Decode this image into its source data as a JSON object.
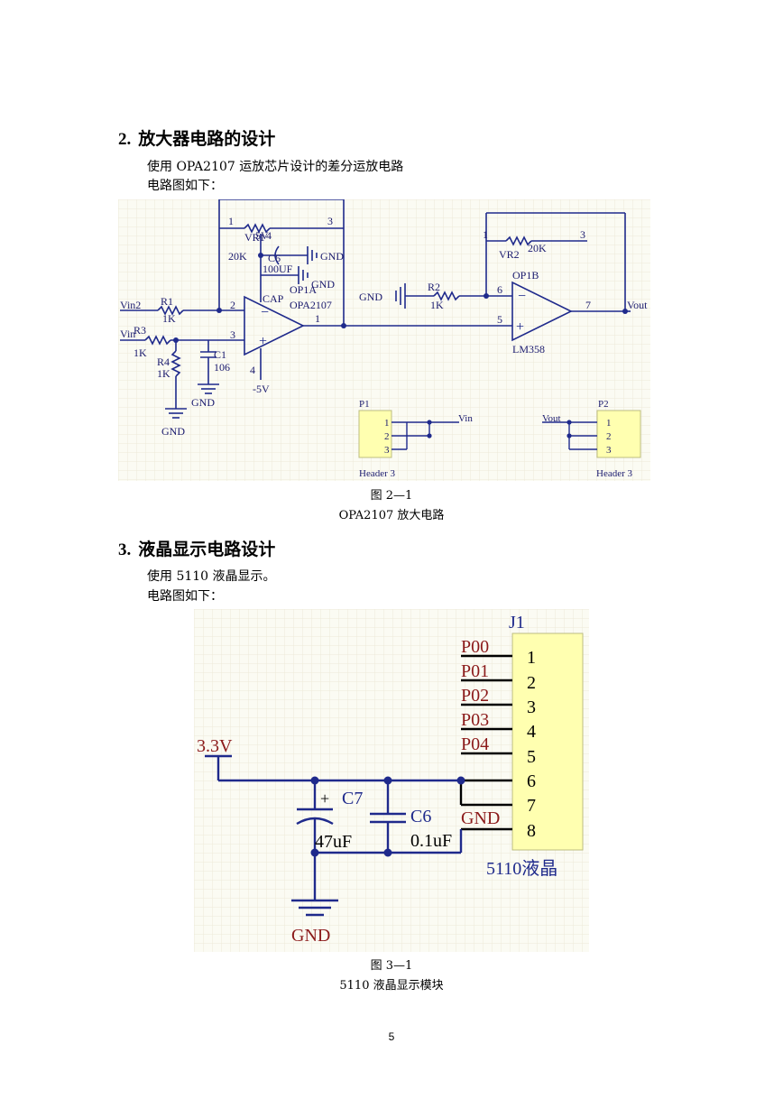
{
  "section2": {
    "number": "2.",
    "title": "放大器电路的设计",
    "line1": "使用 OPA2107 运放芯片设计的差分运放电路",
    "line2": "电路图如下："
  },
  "figure1": {
    "label": "图 2—1",
    "caption": "OPA2107 放大电路",
    "labels": {
      "vin2": "Vin2",
      "vin1": "Vin",
      "r1": "R1",
      "r1_val": "1K",
      "r3": "R3",
      "r3_val": "1K",
      "r4": "R4",
      "r4_val": "1K",
      "c1": "C1",
      "c1_val": "106",
      "gnd_c1": "GND",
      "gnd_r4": "GND",
      "vr1": "VR1",
      "vr1_val": "20K",
      "pin1": "1",
      "pin3": "3",
      "plus5v": "5V",
      "p4": "4",
      "c6": "C6",
      "c6_val": "100UF",
      "cap": "CAP",
      "gnd_a": "GND",
      "gnd_b": "GND",
      "op1a": "OP1A",
      "op1a_part": "OPA2107",
      "opa_in_n": "2",
      "opa_in_p": "3",
      "opa_out": "1",
      "opa_vneg": "4",
      "minus5v": "-5V",
      "gnd_r2": "GND",
      "r2": "R2",
      "r2_val": "1K",
      "op1b_in_n": "6",
      "op1b_in_p": "5",
      "op1b_out": "7",
      "op1b": "OP1B",
      "op1b_part": "LM358",
      "vout": "Vout",
      "vr2": "VR2",
      "vr2_val": "20K",
      "vr2_pin1": "1",
      "vr2_pin3": "3",
      "p1": "P1",
      "p1_vin": "Vin",
      "p1_pin1": "1",
      "p1_pin2": "2",
      "p1_pin3": "3",
      "p1_name": "Header 3",
      "p2": "P2",
      "p2_vout": "Vout",
      "p2_pin1": "1",
      "p2_pin2": "2",
      "p2_pin3": "3",
      "p2_name": "Header 3"
    }
  },
  "section3": {
    "number": "3.",
    "title": "液晶显示电路设计",
    "line1": "使用 5110 液晶显示。",
    "line2": "电路图如下："
  },
  "figure2": {
    "label": "图 3—1",
    "caption": "5110 液晶显示模块",
    "labels": {
      "j1": "J1",
      "p00": "P00",
      "p01": "P01",
      "p02": "P02",
      "p03": "P03",
      "p04": "P04",
      "pin1": "1",
      "pin2": "2",
      "pin3": "3",
      "pin4": "4",
      "pin5": "5",
      "pin6": "6",
      "pin7": "7",
      "pin8": "8",
      "v33": "3.3V",
      "c7": "C7",
      "c7_val": "47uF",
      "c6": "C6",
      "c6_val": "0.1uF",
      "gnd_pin": "GND",
      "gnd_bottom": "GND",
      "module": "5110液晶",
      "plus": "+"
    }
  },
  "page_number": "5",
  "colors": {
    "wire": "#1f2a8c",
    "component": "#1f2a8c",
    "label": "#1a1a6e",
    "net_red": "#8b1a1a",
    "header_fill": "#ffffb0",
    "grid_bg": "#fbfbf3",
    "grid_line": "#ece9d8"
  }
}
